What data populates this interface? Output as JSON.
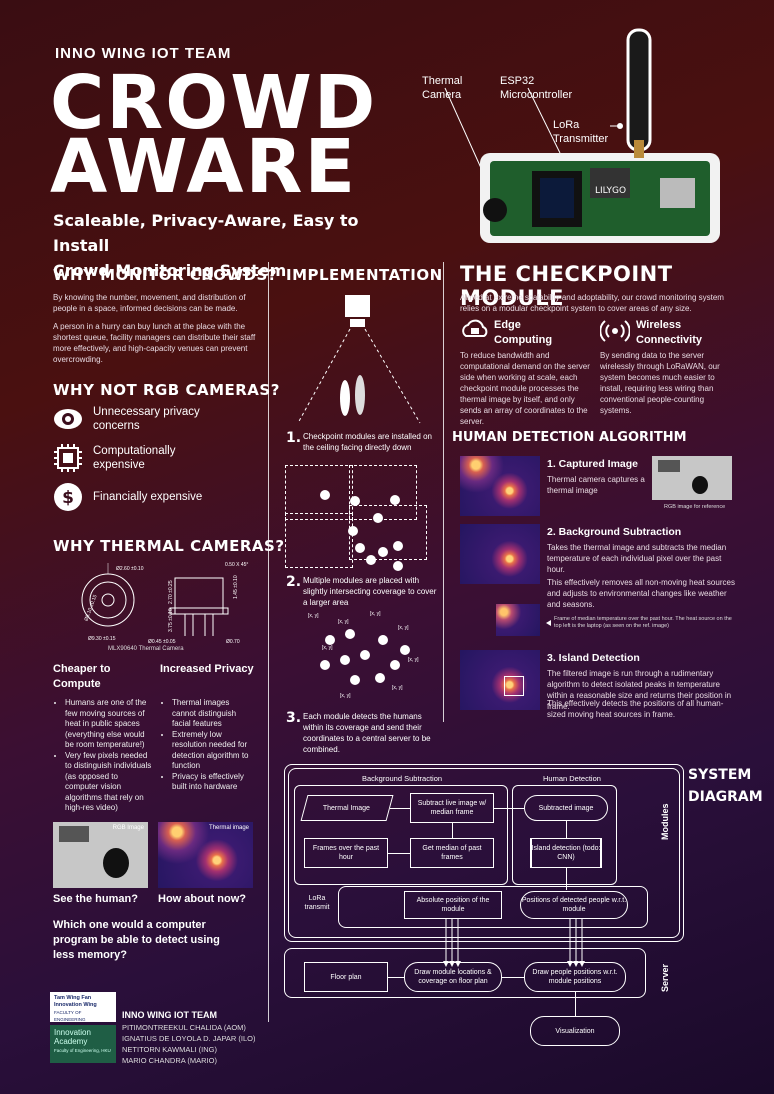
{
  "header": {
    "team": "INNO WING IOT TEAM",
    "title1": "CROWD",
    "title2": "AWARE",
    "subtitle1": "Scaleable, Privacy-Aware, Easy to Install",
    "subtitle2": "Crowd Monitoring System"
  },
  "device": {
    "thermal_camera": "Thermal\nCamera",
    "esp32": "ESP32\nMicrocontroller",
    "lora": "LoRa\nTransmitter",
    "board_text": "LILYGO"
  },
  "why_monitor": {
    "heading": "WHY MONITOR CROWDS?",
    "p1": "By knowing the number, movement, and distribution of people in a space, informed decisions can be made.",
    "p2": "A person in a hurry can buy lunch at the place with the shortest queue, facility managers can distribute their staff more effectively, and high-capacity venues can prevent overcrowding."
  },
  "why_not_rgb": {
    "heading": "WHY NOT RGB CAMERAS?",
    "items": [
      {
        "icon": "eye-icon",
        "label": "Unnecessary privacy concerns"
      },
      {
        "icon": "chip-icon",
        "label": "Computationally expensive"
      },
      {
        "icon": "dollar-icon",
        "label": "Financially expensive"
      }
    ]
  },
  "why_thermal": {
    "heading": "WHY THERMAL CAMERAS?",
    "caption": "MLX90640 Thermal Camera",
    "dims": [
      "Ø2.60 ±0.10",
      "0.50 X 45°",
      "Ø8.10 ±0.15",
      "Ø9.30 ±0.15",
      "Ø0.45 ±0.05",
      "2.70 ±0.25",
      "1.45 ±0.10",
      "Ø0.70",
      "3.75 ±0.10"
    ],
    "col1_title": "Cheaper to Compute",
    "col1": [
      "Humans are one of the few moving sources of heat in public spaces (everything else would be room temperature!)",
      "Very few pixels needed to distinguish individuals (as opposed to computer vision algorithms that rely on high-res video)"
    ],
    "col2_title": "Increased Privacy",
    "col2": [
      "Thermal images cannot distinguish facial features",
      "Extremely low resolution needed for detection algorithm to function",
      "Privacy is effectively built into hardware"
    ],
    "rgb_tag": "RGB Image",
    "thermal_tag": "Thermal image",
    "see": "See the human?",
    "how": "How about now?",
    "question": "Which one would a computer program be able to detect using less memory?"
  },
  "implementation": {
    "heading": "IMPLEMENTATION",
    "step1": "Checkpoint modules are installed on the ceiling facing directly down",
    "step2": "Multiple modules are placed with slightly intersecting coverage to cover a larger area",
    "step3": "Each module detects the humans within its coverage and send their coordinates to a central server to be combined.",
    "coord": "[x, y]",
    "n1": "1.",
    "n2": "2.",
    "n3": "3."
  },
  "checkpoint": {
    "heading": "THE CHECKPOINT MODULE",
    "intro": "Aimed at extreme scalability and adoptability, our crowd monitoring system relies on a modular checkpoint system to cover areas of any size.",
    "edge_title": "Edge Computing",
    "edge": "To reduce bandwidth and computational demand on the server side when working at scale, each checkpoint module processes the thermal image by itself, and only sends an array of coordinates to the server.",
    "wireless_title": "Wireless Connectivity",
    "wireless": "By sending data to the server wirelessly through LoRaWAN, our system becomes much easier to install, requiring less wiring than conventional people-counting systems."
  },
  "algorithm": {
    "heading": "HUMAN DETECTION ALGORITHM",
    "s1_title": "1. Captured Image",
    "s1": "Thermal camera captures a thermal image",
    "s1_ref": "RGB image for reference",
    "s2_title": "2. Background Subtraction",
    "s2a": "Takes the thermal image and subtracts the median temperature of each individual pixel over the past hour.",
    "s2b": "This effectively removes all non-moving heat sources and adjusts to environmental changes like weather and seasons.",
    "s2_caption": "Frame of median temperature over the past hour. The heat source on the top left is the laptop (as seen on the ref. image)",
    "s3_title": "3. Island Detection",
    "s3a": "The filtered image is run through a rudimentary algorithm to detect isolated peaks in temperature within a reasonable size and returns their position in frame.",
    "s3b": "This effectively detects the positions of all human-sized moving heat sources in frame."
  },
  "system": {
    "heading1": "SYSTEM",
    "heading2": "DIAGRAM",
    "bg_sub": "Background Subtraction",
    "human_det": "Human Detection",
    "thermal": "Thermal Image",
    "subtract": "Subtract live image w/ median frame",
    "subtracted": "Subtracted image",
    "frames": "Frames over the past hour",
    "median": "Get median of past frames",
    "island": "Island detection (todo: CNN)",
    "lora": "LoRa transmit",
    "abs_pos": "Absolute position of the module",
    "people_pos": "Positions of detected people w.r.t. module",
    "modules": "Modules",
    "server": "Server",
    "floor": "Floor plan",
    "draw_mod": "Draw module locations & coverage on floor plan",
    "draw_people": "Draw people positions w.r.t. module positions",
    "vis": "Visualization"
  },
  "footer": {
    "logo1a": "Tam Wing Fan",
    "logo1b": "Innovation Wing",
    "logo1c": "FACULTY OF ENGINEERING",
    "logo2a": "Innovation",
    "logo2b": "Academy",
    "logo2c": "Faculty of Engineering, HKU",
    "team": "INNO WING IOT TEAM",
    "members": [
      "PITIMONTREEKUL CHALIDA (AOM)",
      "IGNATIUS DE LOYOLA D. JAPAR (ILO)",
      "NETITORN KAWMALI (ING)",
      "MARIO CHANDRA (MARIO)"
    ]
  }
}
